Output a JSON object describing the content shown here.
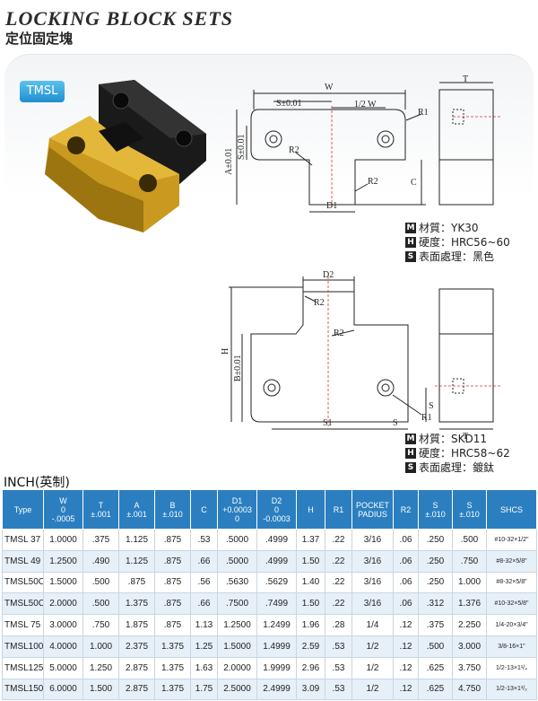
{
  "header": {
    "title": "LOCKING BLOCK SETS",
    "subtitle": "定位固定塊"
  },
  "product": {
    "badge": "TMSL"
  },
  "drawing_top": {
    "labels": {
      "W": "W",
      "S": "S±0.01",
      "half_w": "1/2 W",
      "R1": "R1",
      "A": "A±0.01",
      "S_small": "S±0.01",
      "R2a": "R2",
      "R2b": "R2",
      "C": "C",
      "D1": "D1",
      "T": "T"
    }
  },
  "drawing_bottom": {
    "labels": {
      "D2": "D2",
      "R2a": "R2",
      "R2b": "R2",
      "H": "H",
      "B": "B±0.01",
      "S1": "S1",
      "S_bottom": "S",
      "S_side": "S",
      "R1": "R1",
      "T": "T"
    }
  },
  "spec_top": [
    {
      "key": "M",
      "label": "材質：YK30"
    },
    {
      "key": "H",
      "label": "硬度：HRC56~60"
    },
    {
      "key": "S",
      "label": "表面處理：黑色"
    }
  ],
  "spec_bottom": [
    {
      "key": "M",
      "label": "材質：SKD11"
    },
    {
      "key": "H",
      "label": "硬度：HRC58~62"
    },
    {
      "key": "S",
      "label": "表面處理：鍍鈦"
    }
  ],
  "table": {
    "caption": "INCH(英制)",
    "headers": [
      [
        "Type"
      ],
      [
        "W",
        "0",
        "-.0005"
      ],
      [
        "T",
        "±.001"
      ],
      [
        "A",
        "±.001"
      ],
      [
        "B",
        "±.010"
      ],
      [
        "C"
      ],
      [
        "D1",
        "+0.0003",
        "0"
      ],
      [
        "D2",
        "0",
        "-0.0003"
      ],
      [
        "H"
      ],
      [
        "R1"
      ],
      [
        "POCKET",
        "PADIUS"
      ],
      [
        "R2"
      ],
      [
        "S",
        "±.010"
      ],
      [
        "S",
        "±.010"
      ],
      [
        "SHCS"
      ]
    ],
    "rows": [
      [
        "TMSL 37",
        "1.0000",
        ".375",
        "1.125",
        ".875",
        ".53",
        ".5000",
        ".4999",
        "1.37",
        ".22",
        "3/16",
        ".06",
        ".250",
        ".500",
        "#10-32×1/2\""
      ],
      [
        "TMSL 49",
        "1.2500",
        ".490",
        "1.125",
        ".875",
        ".66",
        ".5000",
        ".4999",
        "1.50",
        ".22",
        "3/16",
        ".06",
        ".250",
        ".750",
        "#8-32×5/8\""
      ],
      [
        "TMSL50C",
        "1.5000",
        ".500",
        ".875",
        ".875",
        ".56",
        ".5630",
        ".5629",
        "1.40",
        ".22",
        "3/16",
        ".06",
        ".250",
        "1.000",
        "#8-32×5/8\""
      ],
      [
        "TMSL50C",
        "2.0000",
        ".500",
        "1.375",
        ".875",
        ".66",
        ".7500",
        ".7499",
        "1.50",
        ".22",
        "3/16",
        ".06",
        ".312",
        "1.376",
        "#10-32×5/8\""
      ],
      [
        "TMSL 75",
        "3.0000",
        ".750",
        "1.875",
        ".875",
        "1.13",
        "1.2500",
        "1.2499",
        "1.96",
        ".28",
        "1/4",
        ".12",
        ".375",
        "2.250",
        "1/4-20×3/4\""
      ],
      [
        "TMSL100",
        "4.0000",
        "1.000",
        "2.375",
        "1.375",
        "1.25",
        "1.5000",
        "1.4999",
        "2.59",
        ".53",
        "1/2",
        ".12",
        ".500",
        "3.000",
        "3/8-16×1\""
      ],
      [
        "TMSL125",
        "5.0000",
        "1.250",
        "2.875",
        "1.375",
        "1.63",
        "2.0000",
        "1.9999",
        "2.96",
        ".53",
        "1/2",
        ".12",
        ".625",
        "3.750",
        "1/2-13×1¹/₄"
      ],
      [
        "TMSL150",
        "6.0000",
        "1.500",
        "2.875",
        "1.375",
        "1.75",
        "2.5000",
        "2.4999",
        "3.09",
        ".53",
        "1/2",
        ".12",
        ".625",
        "4.750",
        "1/2-13×1³/₂"
      ]
    ]
  }
}
